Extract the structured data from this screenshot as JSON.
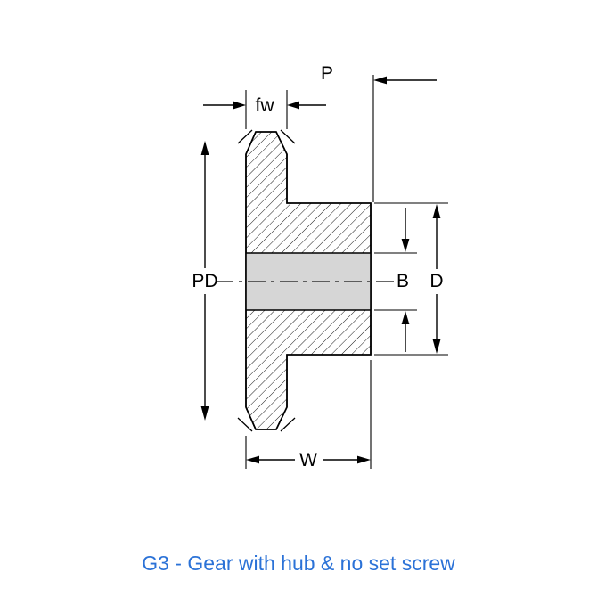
{
  "diagram": {
    "labels": {
      "pitch": "P",
      "face_width": "fw",
      "pitch_diameter": "PD",
      "bore": "B",
      "hub_diameter": "D",
      "overall_width": "W"
    },
    "caption": "G3 - Gear with hub & no set screw",
    "colors": {
      "caption_blue": "#2B72D7",
      "line_black": "#000000",
      "bore_fill": "#D6D6D6",
      "background": "#FFFFFF"
    }
  }
}
